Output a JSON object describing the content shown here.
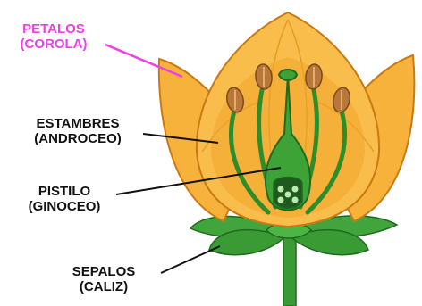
{
  "colors": {
    "petal_label": "#ee3fe8",
    "label": "#111111",
    "petal_fill": "#f6b23a",
    "petal_edge": "#c97a12",
    "green": "#3a9a33",
    "green_dark": "#1f6b1e",
    "anther": "#b9773a"
  },
  "labels": {
    "petalos": {
      "line1": "PETALOS",
      "line2": "(COROLA)"
    },
    "estambres": {
      "line1": "ESTAMBRES",
      "line2": "(ANDROCEO)"
    },
    "pistilo": {
      "line1": "PISTILO",
      "line2": "(GINOCEO)"
    },
    "sepalos": {
      "line1": "SEPALOS",
      "line2": "(CALIZ)"
    }
  }
}
